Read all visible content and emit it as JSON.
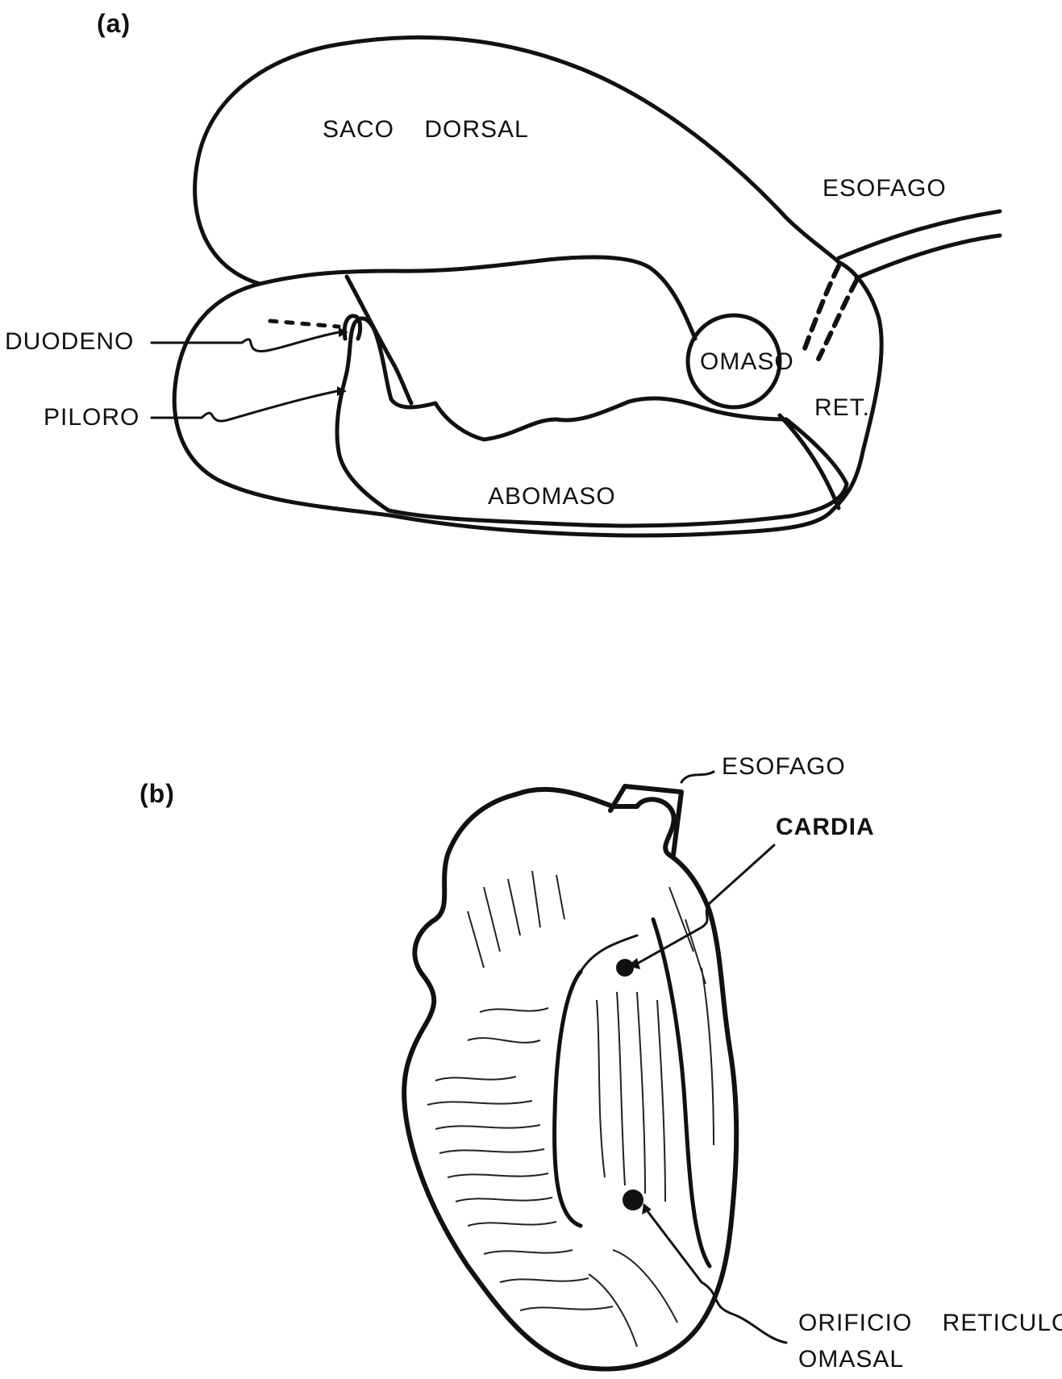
{
  "panel_a": {
    "label": "(a)",
    "saco_dorsal": "SACO    DORSAL",
    "esofago": "ESOFAGO",
    "duodeno": "DUODENO",
    "piloro": "PILORO",
    "omaso": "OMASO",
    "ret": "RET.",
    "abomaso": "ABOMASO"
  },
  "panel_b": {
    "label": "(b)",
    "esofago": "ESOFAGO",
    "cardia": "CARDIA",
    "orificio_line1": "ORIFICIO    RETICULO",
    "orificio_line2": "OMASAL"
  }
}
